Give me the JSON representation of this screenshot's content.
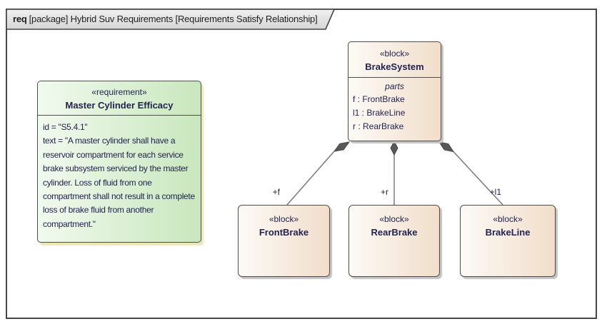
{
  "frame": {
    "keyword": "req",
    "title": "[package] Hybrid Suv Requirements [Requirements Satisfy Relationship]"
  },
  "requirement": {
    "stereotype": "«requirement»",
    "name": "Master Cylinder Efficacy",
    "id_line": "id = \"S5.4.1\"",
    "text_line": "text = \"A master cylinder shall have a reservoir compartment for each service brake subsystem serviced by the master cylinder. Loss of fluid from one compartment shall not result in a complete loss of brake fluid from another compartment.\""
  },
  "blocks": {
    "brake_system": {
      "stereotype": "«block»",
      "name": "BrakeSystem",
      "parts_label": "parts",
      "parts": [
        "f : FrontBrake",
        "l1 : BrakeLine",
        "r : RearBrake"
      ]
    },
    "front_brake": {
      "stereotype": "«block»",
      "name": "FrontBrake"
    },
    "rear_brake": {
      "stereotype": "«block»",
      "name": "RearBrake"
    },
    "brake_line": {
      "stereotype": "«block»",
      "name": "BrakeLine"
    }
  },
  "connectors": [
    {
      "label": "+f",
      "type": "composition",
      "from": "BrakeSystem",
      "to": "FrontBrake"
    },
    {
      "label": "+r",
      "type": "composition",
      "from": "BrakeSystem",
      "to": "RearBrake"
    },
    {
      "label": "+l1",
      "type": "composition",
      "from": "BrakeSystem",
      "to": "BrakeLine"
    }
  ],
  "colors": {
    "requirement_fill_start": "#f1faee",
    "requirement_fill_end": "#c8e7bd",
    "requirement_shadow": "#e9e6b4",
    "block_fill_start": "#fdfaf6",
    "block_fill_end": "#f1deca",
    "tab_fill": "#e2e2e2",
    "border": "#474747",
    "connector_line": "#7a7a7a",
    "diamond_fill": "#585858",
    "text": "#232350"
  }
}
